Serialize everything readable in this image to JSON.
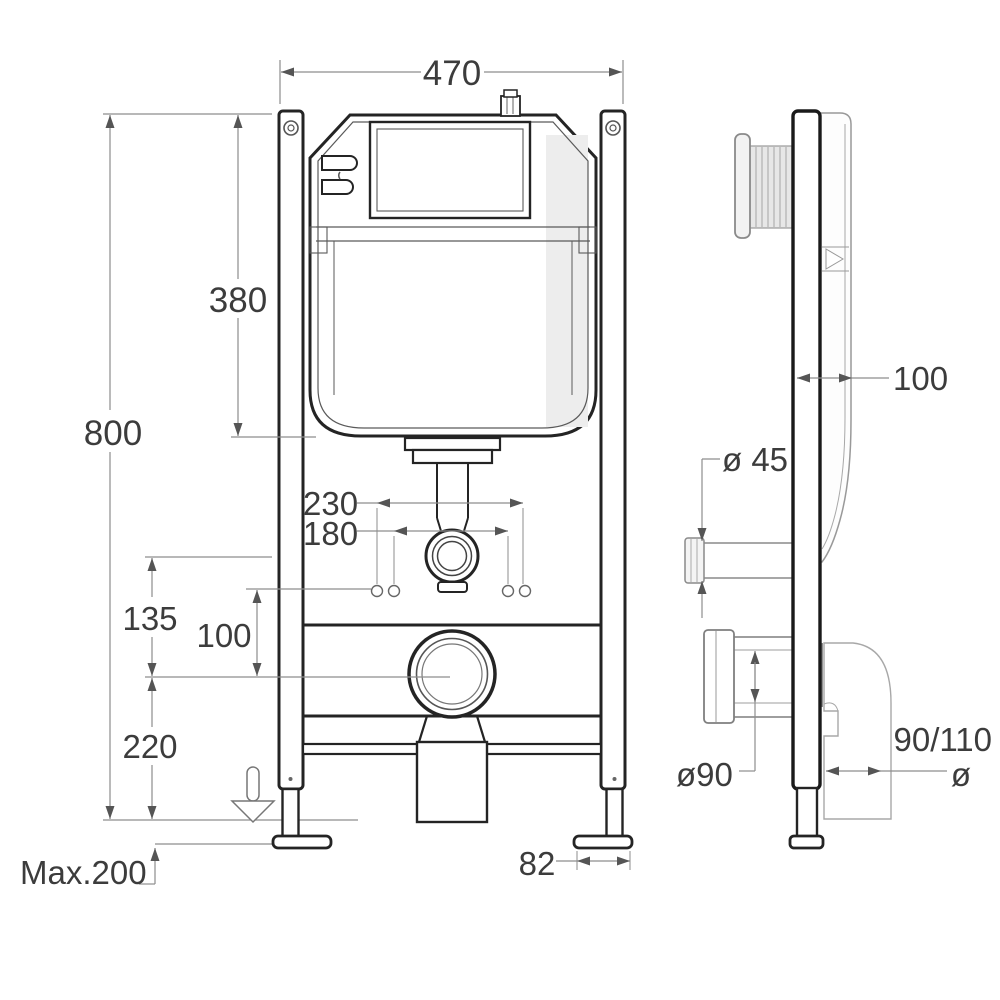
{
  "drawing": {
    "title": "concealed-cistern-frame-dimension-drawing",
    "colors": {
      "line": "#242424",
      "dim_line": "#8d8d8d",
      "arrow": "#555555",
      "text": "#3c3c3c",
      "shade": "#ebebeb"
    },
    "front_view": {
      "dim_width": "470",
      "dim_height": "800",
      "dim_cistern": "380",
      "dim_fixing_outer": "230",
      "dim_fixing_inner": "180",
      "dim_flush_center": "135",
      "dim_outlet_drop": "100",
      "dim_outlet_height": "220",
      "dim_adjustment": "Max.200",
      "dim_foot": "82"
    },
    "side_view": {
      "dim_depth": "100",
      "dim_flush_pipe": "ø 45",
      "dim_waste_pipe": "ø90",
      "dim_outlet_sizes": "90/110",
      "dim_outlet_symbol": "ø"
    }
  }
}
